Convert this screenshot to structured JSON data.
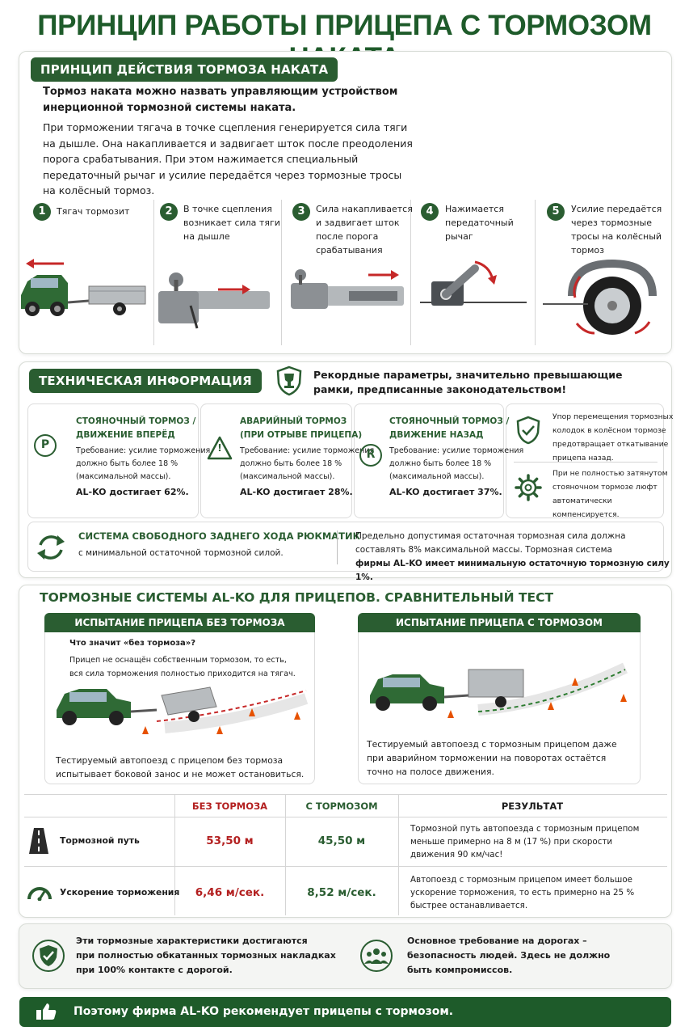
{
  "title": "ПРИНЦИП РАБОТЫ ПРИЦЕПА С ТОРМОЗОМ НАКАТА",
  "section1": {
    "heading": "ПРИНЦИП ДЕЙСТВИЯ ТОРМОЗА НАКАТА",
    "intro_bold_1": "Тормоз наката можно назвать управляющим устройством",
    "intro_bold_2": "инерционной тормозной системы наката.",
    "p1": "При торможении тягача в точке сцепления генерируется сила тяги",
    "p2": "на дышле. Она накапливается и задвигает шток после преодоления",
    "p3": "порога срабатывания. При этом нажимается специальный",
    "p4": "передаточный рычаг и усилие передаётся через тормозные тросы",
    "p5": "на колёсный тормоз.",
    "steps": [
      {
        "num": "1",
        "l1": "Тягач тормозит",
        "l2": "",
        "l3": "",
        "l4": ""
      },
      {
        "num": "2",
        "l1": "В точке сцепления",
        "l2": "возникает сила тяги",
        "l3": "на дышле",
        "l4": ""
      },
      {
        "num": "3",
        "l1": "Сила накапливается",
        "l2": "и задвигает шток",
        "l3": "после порога",
        "l4": "срабатывания"
      },
      {
        "num": "4",
        "l1": "Нажимается",
        "l2": "передаточный",
        "l3": "рычаг",
        "l4": ""
      },
      {
        "num": "5",
        "l1": "Усилие передаётся",
        "l2": "через тормозные",
        "l3": "тросы на колёсный",
        "l4": "тормоз"
      }
    ]
  },
  "section2": {
    "heading": "ТЕХНИЧЕСКАЯ ИНФОРМАЦИЯ",
    "record_1": "Рекордные параметры, значительно превышающие",
    "record_2": "рамки, предписанные законодательством!",
    "cards": [
      {
        "h1": "СТОЯНОЧНЫЙ ТОРМОЗ /",
        "h2": "ДВИЖЕНИЕ ВПЕРЁД",
        "icon": "P",
        "r1": "Требование: усилие торможения",
        "r2": "должно быть более 18 %",
        "r3": "(максимальной массы).",
        "result": "AL-KO достигает 62%."
      },
      {
        "h1": "АВАРИЙНЫЙ ТОРМОЗ",
        "h2": "(ПРИ ОТРЫВЕ ПРИЦЕПА)",
        "icon": "!",
        "r1": "Требование: усилие торможения",
        "r2": "должно быть более 18 %",
        "r3": "(максимальной массы).",
        "result": "AL-KO достигает 28%."
      },
      {
        "h1": "СТОЯНОЧНЫЙ ТОРМОЗ /",
        "h2": "ДВИЖЕНИЕ НАЗАД",
        "icon": "R",
        "r1": "Требование: усилие торможения",
        "r2": "должно быть более 18 %",
        "r3": "(максимальной массы).",
        "result": "AL-KO достигает 37%."
      }
    ],
    "side1": [
      "Упор перемещения тормозных",
      "колодок в колёсном тормозе",
      "предотвращает откатывание",
      "прицепа назад."
    ],
    "side2": [
      "При не полностью затянутом",
      "стояночном тормозе люфт",
      "автоматически",
      "компенсируется."
    ],
    "rueck_title": "СИСТЕМА СВОБОДНОГО ЗАДНЕГО ХОДА РЮКМАТИК",
    "rueck_sub": "с минимальной остаточной тормозной силой.",
    "rueck_r1": "Предельно допустимая остаточная тормозная сила должна",
    "rueck_r2": "составлять 8% максимальной массы. Тормозная система",
    "rueck_r3": "фирмы AL-KO имеет минимальную остаточную тормозную силу 1%."
  },
  "section3": {
    "heading": "ТОРМОЗНЫЕ СИСТЕМЫ AL-KO ДЛЯ ПРИЦЕПОВ. СРАВНИТЕЛЬНЫЙ ТЕСТ",
    "left_head": "ИСПЫТАНИЕ ПРИЦЕПА БЕЗ ТОРМОЗА",
    "left_q": "Что значит «без тормоза»?",
    "left_q1": "Прицеп не оснащён собственным тормозом, то есть,",
    "left_q2": "вся сила торможения полностью приходится на тягач.",
    "left_c1": "Тестируемый автопоезд с прицепом без тормоза",
    "left_c2": "испытывает боковой занос и не может остановиться.",
    "right_head": "ИСПЫТАНИЕ ПРИЦЕПА С ТОРМОЗОМ",
    "right_c1": "Тестируемый автопоезд с тормозным прицепом даже",
    "right_c2": "при аварийном торможении на поворотах остаётся",
    "right_c3": "точно на полосе движения.",
    "table": {
      "h_without": "БЕЗ ТОРМОЗА",
      "h_with": "С ТОРМОЗОМ",
      "h_result": "РЕЗУЛЬТАТ",
      "rows": [
        {
          "label": "Тормозной путь",
          "without": "53,50 м",
          "with": "45,50 м",
          "res1": "Тормозной путь автопоезда с тормозным прицепом",
          "res2": "меньше примерно на 8 м (17 %) при скорости",
          "res3": "движения 90 км/час!"
        },
        {
          "label": "Ускорение торможения",
          "without": "6,46 м/сек.",
          "with": "8,52 м/сек.",
          "res1": "Автопоезд с тормозным прицепом имеет большое",
          "res2": "ускорение торможения, то есть примерно на 25 %",
          "res3": "быстрее останавливается."
        }
      ]
    }
  },
  "section4": {
    "left1": "Эти тормозные характеристики достигаются",
    "left2": "при полностью обкатанных тормозных накладках",
    "left3": "при 100% контакте с дорогой.",
    "right1": "Основное требование на дорогах –",
    "right2": "безопасность людей. Здесь не должно",
    "right3": "быть компромиссов."
  },
  "footer": "Поэтому фирма AL-KO рекомендует прицепы с тормозом.",
  "colors": {
    "brand": "#2a5d31",
    "accent_red": "#b32020"
  }
}
